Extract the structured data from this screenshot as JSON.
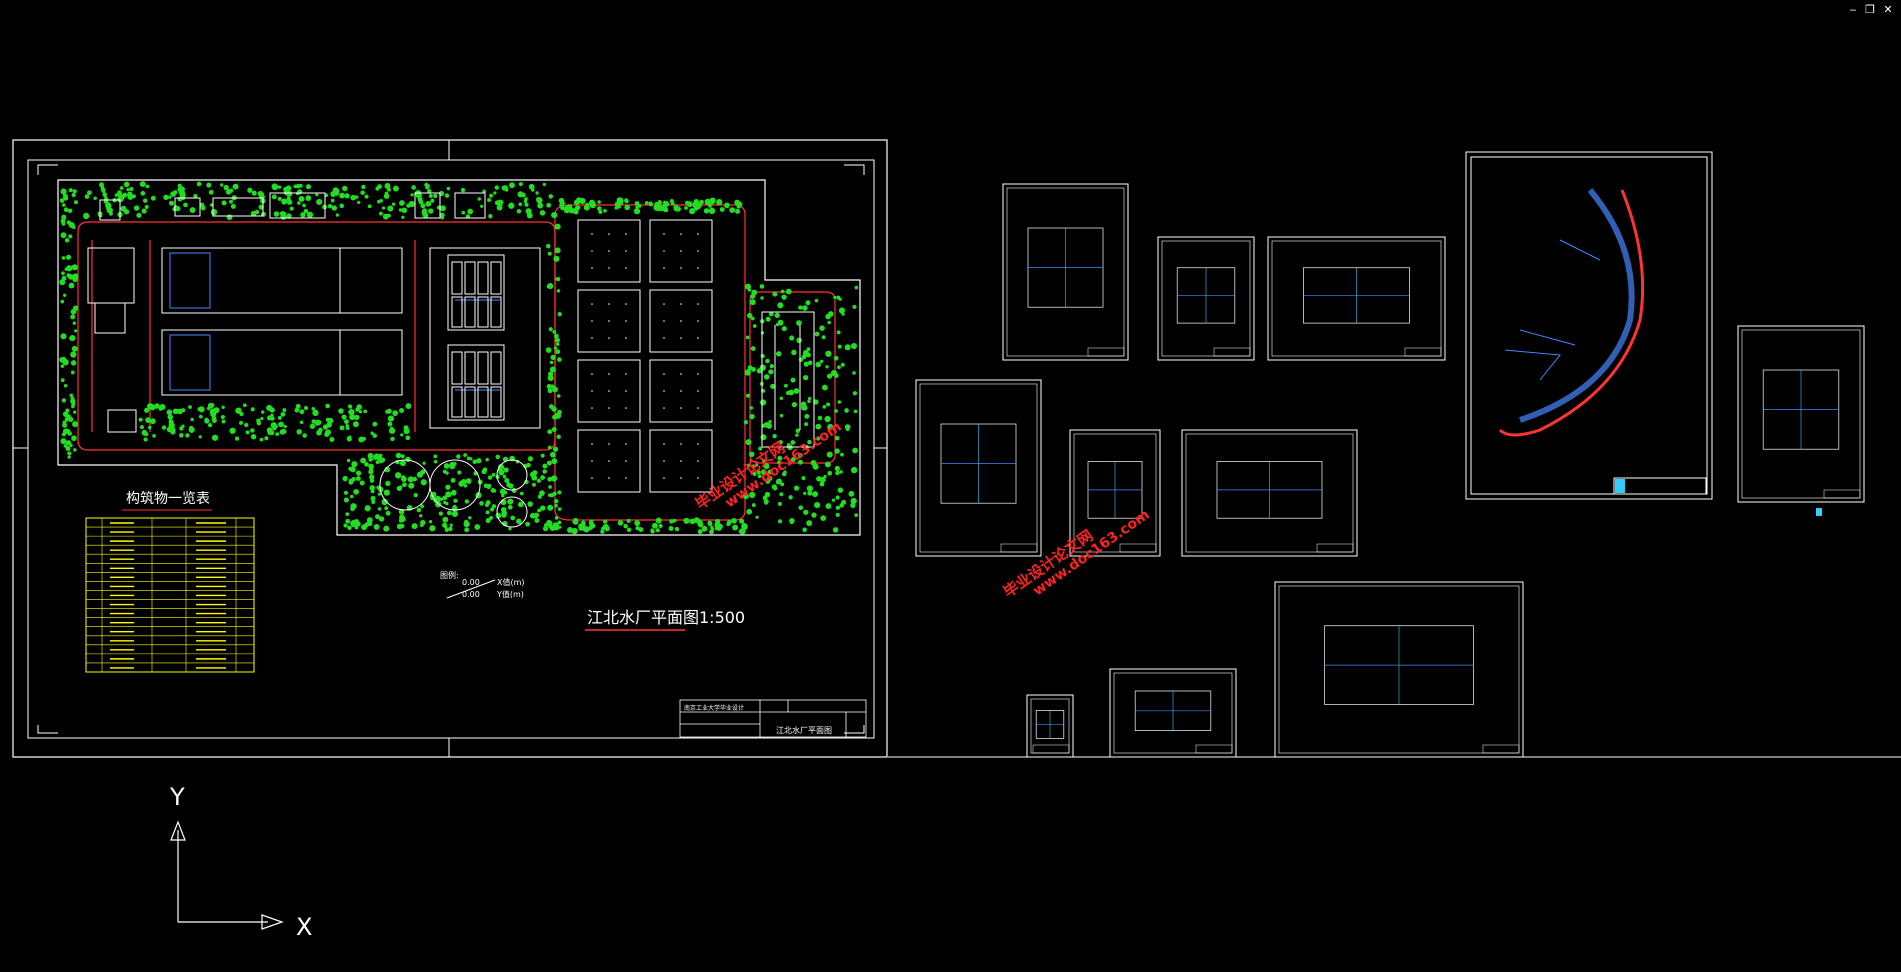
{
  "window": {
    "minimize_glyph": "‒",
    "restore_glyph": "❐",
    "close_glyph": "✕"
  },
  "colors": {
    "background": "#000000",
    "line": "#ffffff",
    "tree": "#22dd22",
    "road": "#ff3333",
    "basin": "#4488ff",
    "table": "#ffff00",
    "accent_cyan": "#33ccff",
    "watermark": "#ff2222"
  },
  "main_drawing": {
    "title": "江北水厂平面图",
    "scale": "1:500",
    "structures_table_title": "构筑物一览表",
    "legend_label": "图例:",
    "legend_x": "0.00",
    "legend_y": "0.00",
    "legend_x_label": "X值(m)",
    "legend_y_label": "Y值(m)",
    "titleblock_school": "南京工业大学毕业设计",
    "titleblock_drawing": "江北水厂平面图"
  },
  "watermarks": [
    {
      "line1": "毕业设计论文网",
      "line2": "www.doc163.com"
    },
    {
      "line1": "毕业设计论文网",
      "line2": "www.doc163.com"
    }
  ],
  "ucs": {
    "x_label": "X",
    "y_label": "Y"
  }
}
